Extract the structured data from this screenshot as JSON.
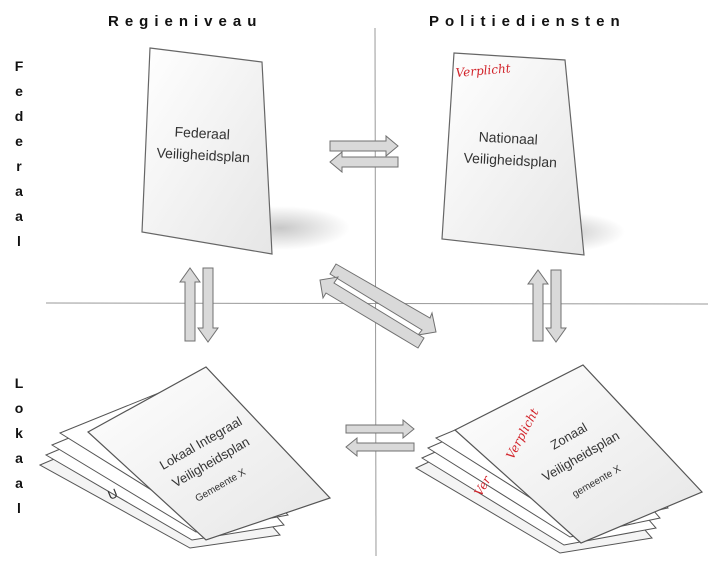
{
  "columns": {
    "left": "Regieniveau",
    "right": "Politiediensten"
  },
  "rows": {
    "top": "Federaal",
    "bottom": "Lokaal"
  },
  "documents": {
    "federal_plan": {
      "line1": "Federaal",
      "line2": "Veiligheidsplan"
    },
    "national_plan": {
      "stamp": "Verplicht",
      "line1": "Nationaal",
      "line2": "Veiligheidsplan"
    },
    "local_plan": {
      "line1": "Lokaal Integraal",
      "line2": "Veiligheidsplan",
      "line3": "Gemeente X",
      "back_fragment": "U"
    },
    "zonal_plan": {
      "stamp": "Verplicht",
      "stamp_back": "Ver",
      "line1": "Zonaal",
      "line2": "Veiligheidsplan",
      "line3": "gemeente X"
    }
  },
  "colors": {
    "arrow_fill": "#d9d9d9",
    "arrow_stroke": "#707070",
    "stamp": "#d2232a",
    "divider": "#999999"
  }
}
